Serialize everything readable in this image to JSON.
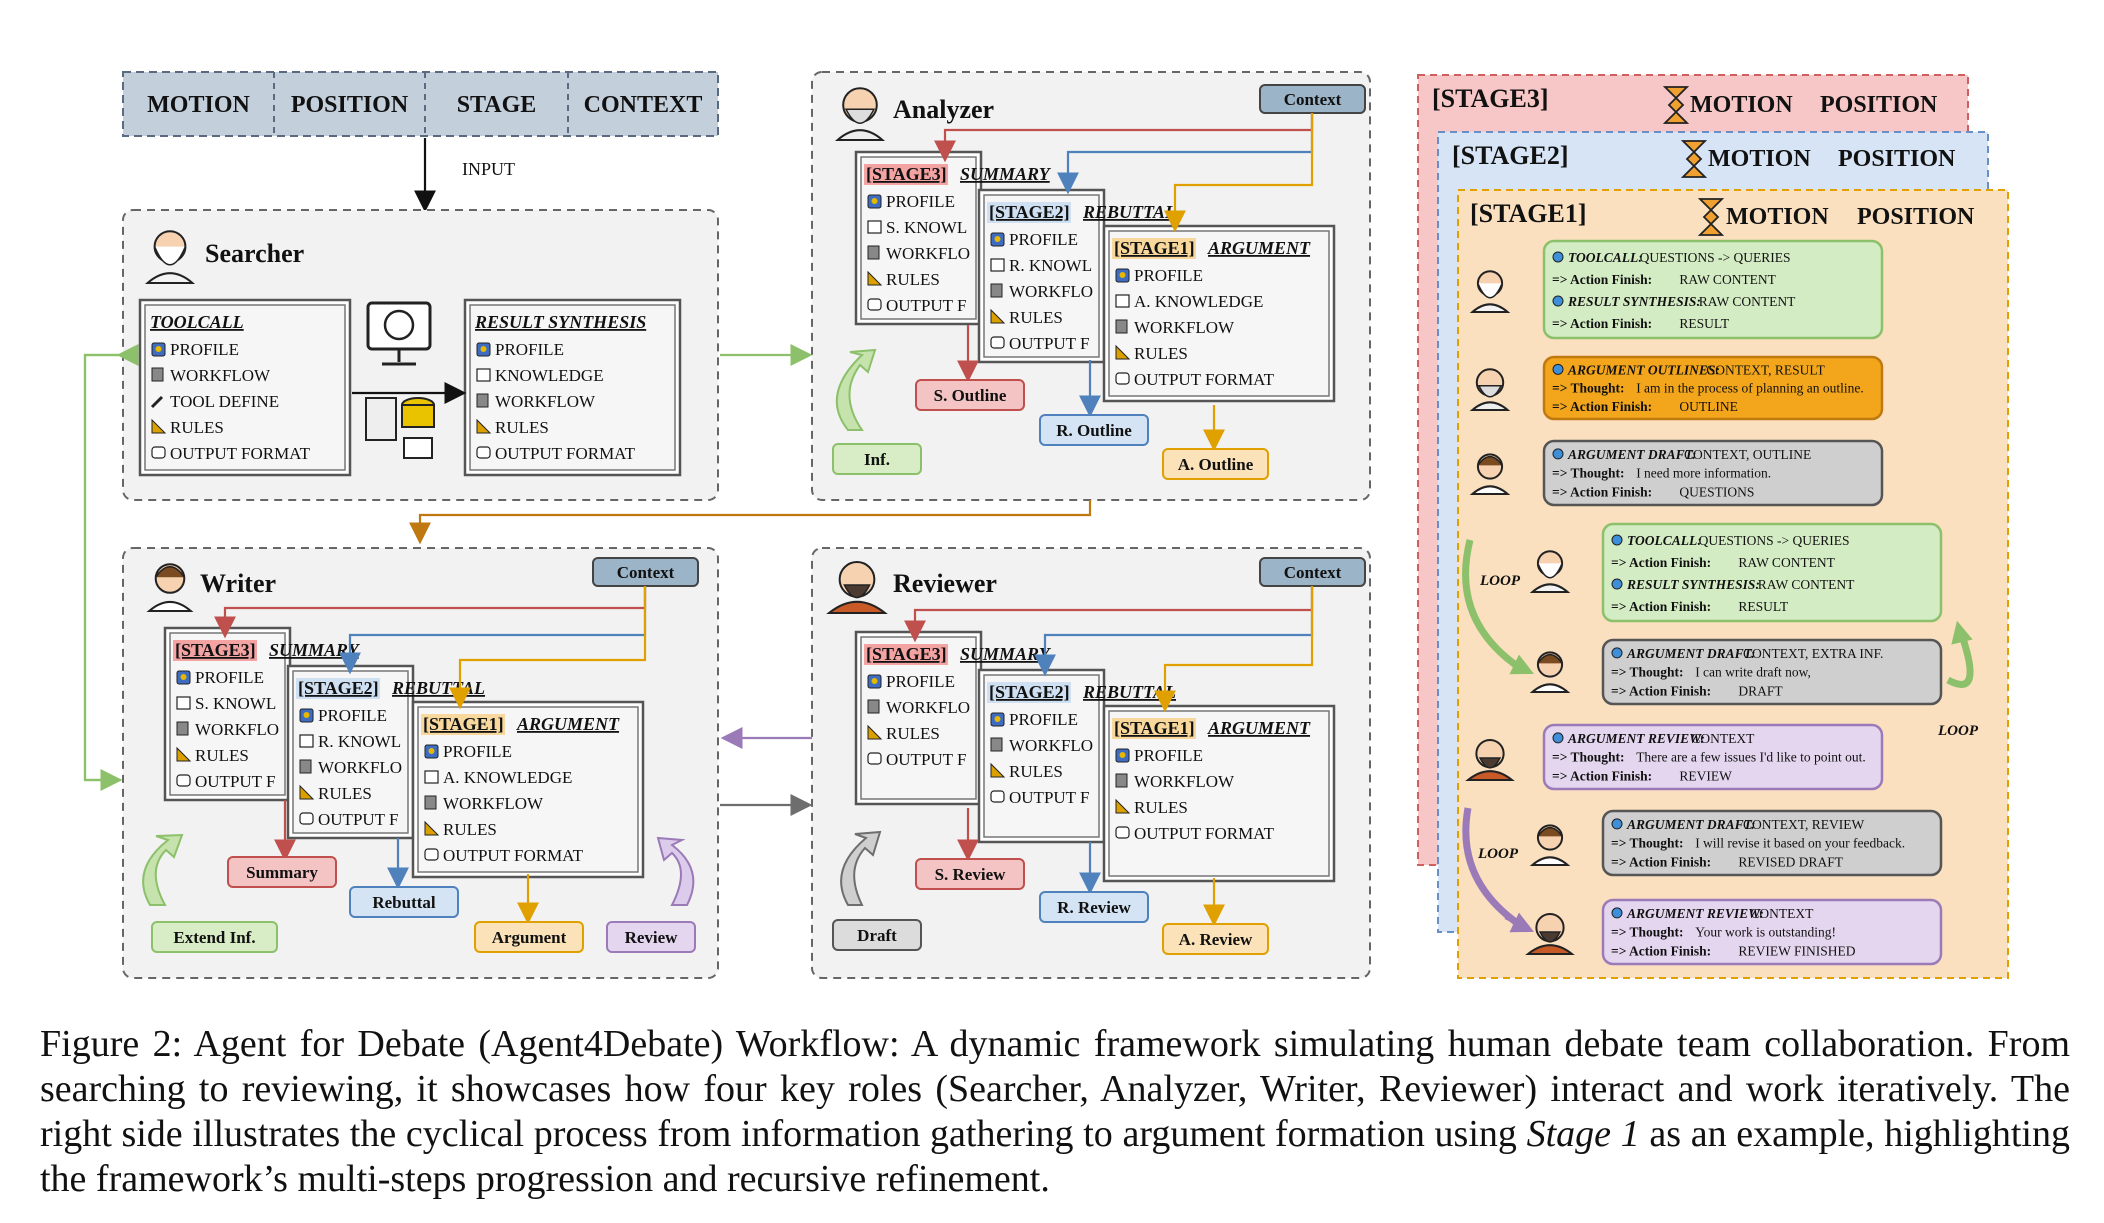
{
  "input_bar": {
    "cells": [
      "MOTION",
      "POSITION",
      "STAGE",
      "CONTEXT"
    ],
    "input_label": "INPUT"
  },
  "searcher": {
    "title": "Searcher",
    "toolcall": {
      "title": "TOOLCALL",
      "items": [
        "PROFILE",
        "WORKFLOW",
        "TOOL DEFINE",
        "RULES",
        "OUTPUT FORMAT"
      ]
    },
    "synthesis": {
      "title": "RESULT SYNTHESIS",
      "items": [
        "PROFILE",
        "KNOWLEDGE",
        "WORKFLOW",
        "RULES",
        "OUTPUT FORMAT"
      ]
    }
  },
  "analyzer": {
    "title": "Analyzer",
    "context": "Context",
    "cards": [
      {
        "stage": "[STAGE3]",
        "name": "SUMMARY",
        "items": [
          "PROFILE",
          "S. KNOWL",
          "WORKFLO",
          "RULES",
          "OUTPUT F"
        ]
      },
      {
        "stage": "[STAGE2]",
        "name": "REBUTTAL",
        "items": [
          "PROFILE",
          "R. KNOWL",
          "WORKFLO",
          "RULES",
          "OUTPUT F"
        ]
      },
      {
        "stage": "[STAGE1]",
        "name": "ARGUMENT",
        "items": [
          "PROFILE",
          "A. KNOWLEDGE",
          "WORKFLOW",
          "RULES",
          "OUTPUT FORMAT"
        ]
      }
    ],
    "outputs": [
      "S. Outline",
      "R. Outline",
      "A. Outline"
    ],
    "feedback": "Inf."
  },
  "writer": {
    "title": "Writer",
    "context": "Context",
    "cards": [
      {
        "stage": "[STAGE3]",
        "name": "SUMMARY",
        "items": [
          "PROFILE",
          "S. KNOWL",
          "WORKFLO",
          "RULES",
          "OUTPUT F"
        ]
      },
      {
        "stage": "[STAGE2]",
        "name": "REBUTTAL",
        "items": [
          "PROFILE",
          "R. KNOWL",
          "WORKFLO",
          "RULES",
          "OUTPUT F"
        ]
      },
      {
        "stage": "[STAGE1]",
        "name": "ARGUMENT",
        "items": [
          "PROFILE",
          "A. KNOWLEDGE",
          "WORKFLOW",
          "RULES",
          "OUTPUT FORMAT"
        ]
      }
    ],
    "outputs": [
      "Summary",
      "Rebuttal",
      "Argument"
    ],
    "feedback_left": "Extend Inf.",
    "feedback_right": "Review"
  },
  "reviewer": {
    "title": "Reviewer",
    "context": "Context",
    "cards": [
      {
        "stage": "[STAGE3]",
        "name": "SUMMARY",
        "items": [
          "PROFILE",
          "WORKFLO",
          "RULES",
          "OUTPUT F"
        ]
      },
      {
        "stage": "[STAGE2]",
        "name": "REBUTTAL",
        "items": [
          "PROFILE",
          "WORKFLO",
          "RULES",
          "OUTPUT F"
        ]
      },
      {
        "stage": "[STAGE1]",
        "name": "ARGUMENT",
        "items": [
          "PROFILE",
          "WORKFLOW",
          "RULES",
          "OUTPUT FORMAT"
        ]
      }
    ],
    "outputs": [
      "S. Review",
      "R. Review",
      "A. Review"
    ],
    "feedback": "Draft"
  },
  "stages": {
    "stage3": {
      "label": "[STAGE3]",
      "motion": "MOTION",
      "position": "POSITION"
    },
    "stage2": {
      "label": "[STAGE2]",
      "motion": "MOTION",
      "position": "POSITION"
    },
    "stage1": {
      "label": "[STAGE1]",
      "motion": "MOTION",
      "position": "POSITION"
    },
    "loop_label": "LOOP",
    "messages": [
      {
        "lines": [
          {
            "k": "TOOLCALL:",
            "v": "QUESTIONS -> QUERIES"
          },
          {
            "k": "=> Action Finish:",
            "v": "RAW CONTENT"
          },
          {
            "k": "RESULT SYNTHESIS:",
            "v": "RAW CONTENT"
          },
          {
            "k": "=> Action Finish:",
            "v": "RESULT"
          }
        ]
      },
      {
        "lines": [
          {
            "k": "ARGUMENT OUTLINES:",
            "v": "CONTEXT, RESULT"
          },
          {
            "k": "=> Thought:",
            "v": "I am in the process of planning an outline."
          },
          {
            "k": "=> Action Finish:",
            "v": "OUTLINE"
          }
        ]
      },
      {
        "lines": [
          {
            "k": "ARGUMENT DRAFT:",
            "v": "CONTEXT, OUTLINE"
          },
          {
            "k": "=> Thought:",
            "v": "I need more information."
          },
          {
            "k": "=> Action Finish:",
            "v": "QUESTIONS"
          }
        ]
      },
      {
        "lines": [
          {
            "k": "TOOLCALL:",
            "v": "QUESTIONS -> QUERIES"
          },
          {
            "k": "=> Action Finish:",
            "v": "RAW CONTENT"
          },
          {
            "k": "RESULT SYNTHESIS:",
            "v": "RAW CONTENT"
          },
          {
            "k": "=> Action Finish:",
            "v": "RESULT"
          }
        ]
      },
      {
        "lines": [
          {
            "k": "ARGUMENT DRAFT:",
            "v": "CONTEXT, EXTRA INF."
          },
          {
            "k": "=> Thought:",
            "v": "I can write draft now,"
          },
          {
            "k": "=> Action Finish:",
            "v": "DRAFT"
          }
        ]
      },
      {
        "lines": [
          {
            "k": "ARGUMENT REVIEW:",
            "v": "CONTEXT"
          },
          {
            "k": "=> Thought:",
            "v": "There are a few issues I'd like to point out."
          },
          {
            "k": "=> Action Finish:",
            "v": "REVIEW"
          }
        ]
      },
      {
        "lines": [
          {
            "k": "ARGUMENT DRAFT:",
            "v": "CONTEXT, REVIEW"
          },
          {
            "k": "=> Thought:",
            "v": "I will revise it based on your feedback."
          },
          {
            "k": "=> Action Finish:",
            "v": "REVISED DRAFT"
          }
        ]
      },
      {
        "lines": [
          {
            "k": "ARGUMENT REVIEW:",
            "v": "CONTEXT"
          },
          {
            "k": "=> Thought:",
            "v": "Your work is outstanding!"
          },
          {
            "k": "=> Action Finish:",
            "v": "REVIEW FINISHED"
          }
        ]
      }
    ]
  },
  "caption": {
    "p1": "Figure 2: Agent for Debate (Agent4Debate) Workflow: A dynamic framework simulating human debate team collaboration. From searching to reviewing, it showcases how four key roles (Searcher, Analyzer, Writer, Reviewer) interact and work iteratively. The right side illustrates the cyclical process from information gathering to argument formation using ",
    "em": "Stage 1",
    "p2": " as an example, highlighting the framework’s multi-steps progression and recursive refinement."
  },
  "colors": {
    "red": "#c0504d",
    "blue": "#4f81bd",
    "orange": "#e0a000",
    "green": "#8cc06a",
    "purple": "#9b7ab8",
    "gray": "#6e6e6e",
    "brown": "#c07810",
    "stage3_bg": "#f7c6c6",
    "stage2_bg": "#d6e4f5",
    "stage1_bg": "#fbe0c0"
  }
}
